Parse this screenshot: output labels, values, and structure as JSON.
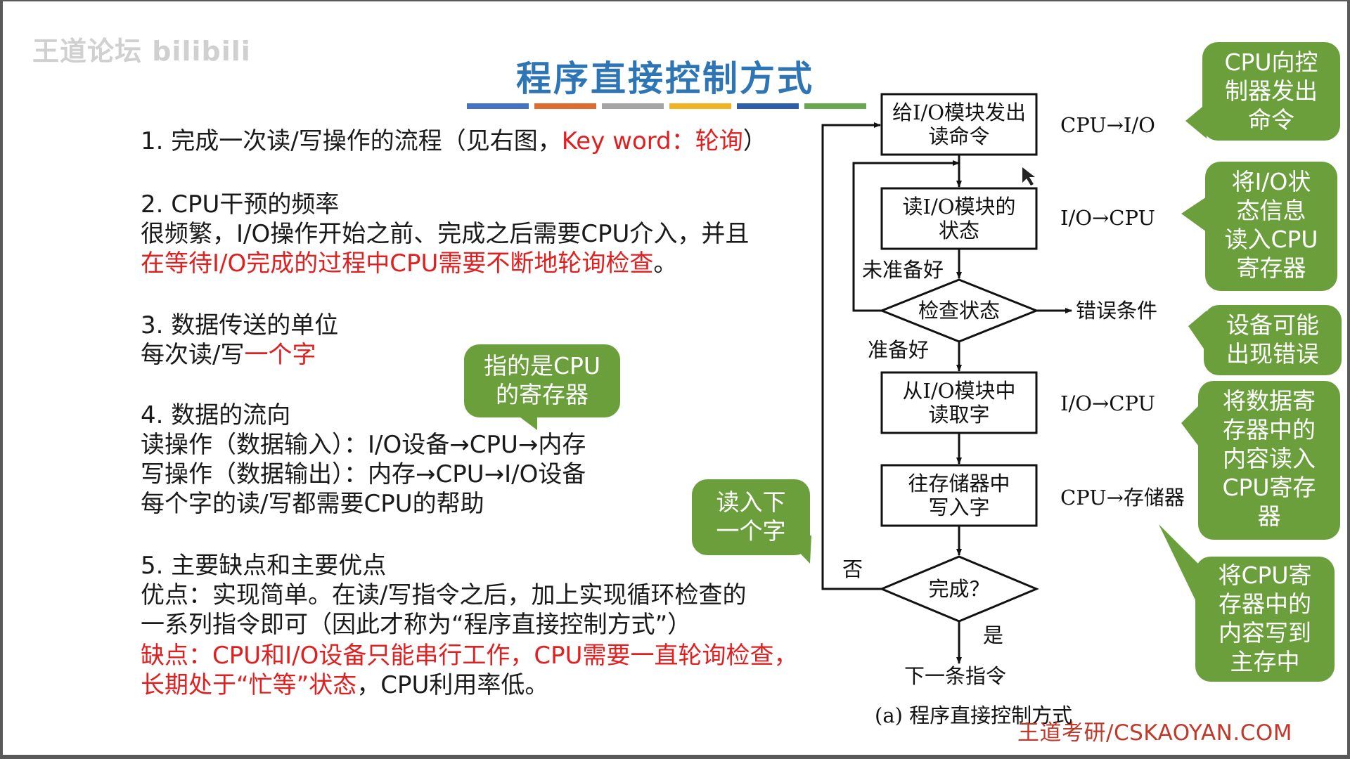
{
  "watermark": "王道论坛 bilibili",
  "title": "程序直接控制方式",
  "color_bar": [
    "#4472c4",
    "#e06c2f",
    "#a5a5a5",
    "#f0b323",
    "#2f5dae",
    "#6aa84f"
  ],
  "points": {
    "p1": {
      "prefix": "1. 完成一次读/写操作的流程（见右图，",
      "keyword": "Key word：轮询",
      "suffix": "）"
    },
    "p2": {
      "head": "2. CPU干预的频率",
      "line1": "很频繁，I/O操作开始之前、完成之后需要CPU介入，并且",
      "line2_red": "在等待I/O完成的过程中CPU需要不断地轮询检查",
      "line2_end": "。"
    },
    "p3": {
      "head": "3. 数据传送的单位",
      "line_prefix": "每次读/写",
      "line_red": "一个字"
    },
    "p4": {
      "head": "4. 数据的流向",
      "read": "读操作（数据输入）：I/O设备→CPU→内存",
      "write": "写操作（数据输出）：内存→CPU→I/O设备",
      "note": "每个字的读/写都需要CPU的帮助"
    },
    "p5": {
      "head": "5. 主要缺点和主要优点",
      "adv1": "优点：实现简单。在读/写指令之后，加上实现循环检查的",
      "adv2": "一系列指令即可（因此才称为“程序直接控制方式”）",
      "dis_label": "缺点：",
      "dis1_red": "CPU和I/O设备只能串行工作，CPU需要一直轮询检查，",
      "dis2_red": "长期处于“忙等”状态",
      "dis2_end": "，CPU利用率低。"
    }
  },
  "bubbles": {
    "cpu_reg": [
      "指的是CPU",
      "的寄存器"
    ],
    "read_next": [
      "读入下",
      "一个字"
    ],
    "b1": [
      "CPU向控",
      "制器发出",
      "命令"
    ],
    "b2": [
      "将I/O状",
      "态信息",
      "读入CPU",
      "寄存器"
    ],
    "b3": [
      "设备可能",
      "出现错误"
    ],
    "b4": [
      "将数据寄",
      "存器中的",
      "内容读入",
      "CPU寄存",
      "器"
    ],
    "b5": [
      "将CPU寄",
      "存器中的",
      "内容写到",
      "主存中"
    ]
  },
  "flow": {
    "box1": [
      "给I/O模块发出",
      "读命令"
    ],
    "box2": [
      "读I/O模块的",
      "状态"
    ],
    "dia1": "检查状态",
    "box3": [
      "从I/O模块中",
      "读取字"
    ],
    "box4": [
      "往存储器中",
      "写入字"
    ],
    "dia2": "完成？",
    "not_ready": "未准备好",
    "ready": "准备好",
    "error": "错误条件",
    "no": "否",
    "yes": "是",
    "next": "下一条指令",
    "side1": "CPU→I/O",
    "side2": "I/O→CPU",
    "side3": "I/O→CPU",
    "side4": "CPU→存储器",
    "caption": "(a) 程序直接控制方式"
  },
  "footer": "王道考研/CSKAOYAN.COM"
}
